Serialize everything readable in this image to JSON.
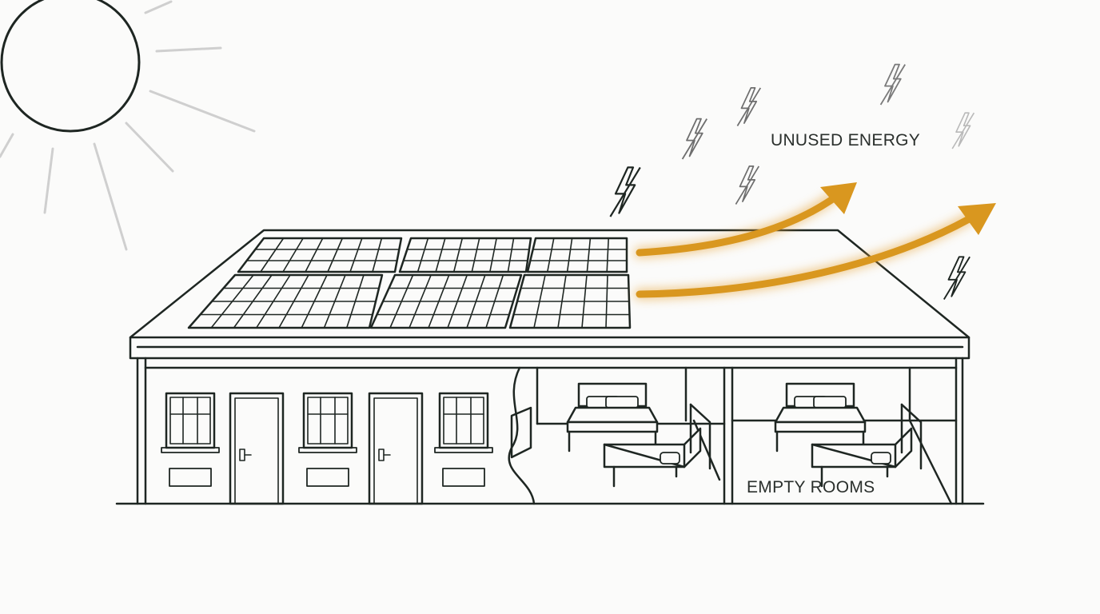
{
  "labels": {
    "unused_energy": "UNUSED ENERGY",
    "empty_rooms": "EMPTY ROOMS"
  },
  "colors": {
    "ink": "#1e2622",
    "arrow": "#d9971f",
    "sun_rays": "#cfcfcf",
    "background": "#fbfbfa"
  },
  "icons": [
    "sun-icon",
    "lightning-bolt-icon",
    "solar-panel",
    "bed-icon",
    "door",
    "window",
    "arrow"
  ]
}
